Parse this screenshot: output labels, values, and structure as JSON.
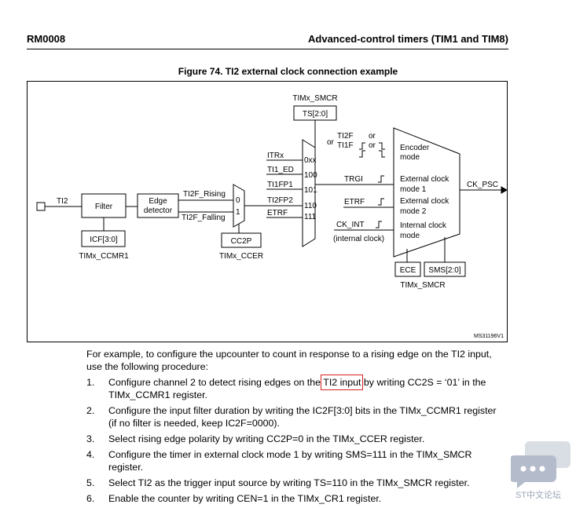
{
  "header": {
    "doc_id": "RM0008",
    "section": "Advanced-control timers (TIM1 and TIM8)"
  },
  "figure": {
    "title": "Figure 74. TI2 external clock connection example",
    "ti2_input": "TI2",
    "filter": "Filter",
    "icf": "ICF[3:0]",
    "ccmr1": "TIMx_CCMR1",
    "edge_detector_line1": "Edge",
    "edge_detector_line2": "detector",
    "ti2f_rising": "TI2F_Rising",
    "ti2f_falling": "TI2F_Falling",
    "mux1_in0": "0",
    "mux1_in1": "1",
    "cc2p": "CC2P",
    "ccer": "TIMx_CCER",
    "smcr_top": "TIMx_SMCR",
    "ts": "TS[2:0]",
    "mux2_inputs": [
      {
        "label": "ITRx",
        "code": "0xx"
      },
      {
        "label": "TI1_ED",
        "code": "100"
      },
      {
        "label": "TI1FP1",
        "code": "101"
      },
      {
        "label": "TI2FP2",
        "code": "110"
      },
      {
        "label": "ETRF",
        "code": "111"
      }
    ],
    "or": "or",
    "or2": "or",
    "or3": "or",
    "ti2f": "TI2F",
    "ti1f": "TI1F",
    "trgi": "TRGI",
    "etrf": "ETRF",
    "ck_int": "CK_INT",
    "internal_clock": "(internal clock)",
    "mode_encoder_1": "Encoder",
    "mode_encoder_2": "mode",
    "mode_ext1_1": "External clock",
    "mode_ext1_2": "mode 1",
    "mode_ext2_1": "External clock",
    "mode_ext2_2": "mode 2",
    "mode_int_1": "Internal clock",
    "mode_int_2": "mode",
    "ck_psc": "CK_PSC",
    "ece": "ECE",
    "sms": "SMS[2:0]",
    "smcr_bottom": "TIMx_SMCR",
    "ref": "MS31196V1"
  },
  "body": {
    "intro": "For example, to configure the upcounter to count in response to a rising edge on the TI2 input, use the following procedure:",
    "steps": [
      {
        "num": "1.",
        "before": "Configure channel 2 to detect rising edges on the ",
        "highlight": "TI2 input",
        "after": " by writing CC2S = ‘01’ in the TIMx_CCMR1 register."
      },
      {
        "num": "2.",
        "text": "Configure the input filter duration by writing the IC2F[3:0] bits in the TIMx_CCMR1 register (if no filter is needed, keep IC2F=0000)."
      },
      {
        "num": "3.",
        "text": "Select rising edge polarity by writing CC2P=0 in the TIMx_CCER register."
      },
      {
        "num": "4.",
        "text": "Configure the timer in external clock mode 1 by writing SMS=111 in the TIMx_SMCR register."
      },
      {
        "num": "5.",
        "text": "Select TI2 as the trigger input source by writing TS=110 in the TIMx_SMCR register."
      },
      {
        "num": "6.",
        "text": "Enable the counter by writing CEN=1 in the TIMx_CR1 register."
      }
    ]
  },
  "watermark": {
    "text": "ST中文论坛"
  }
}
